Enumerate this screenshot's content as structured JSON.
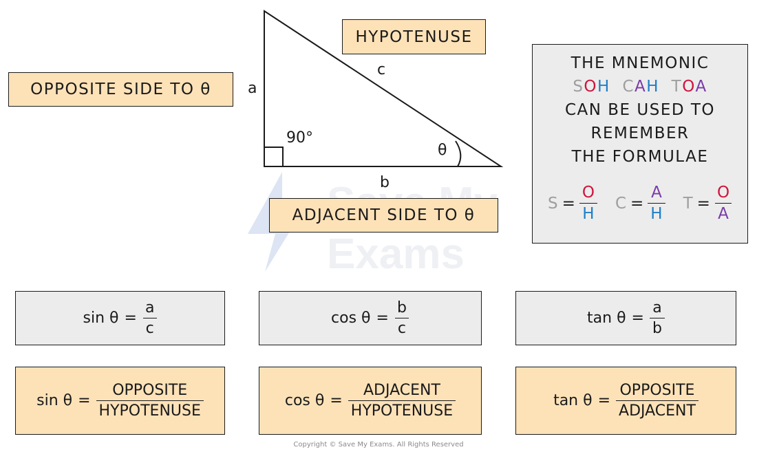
{
  "diagram": {
    "labels": {
      "opposite": "OPPOSITE  SIDE  TO  θ",
      "hypotenuse": "HYPOTENUSE",
      "adjacent": "ADJACENT  SIDE  TO  θ"
    },
    "triangle": {
      "side_a": "a",
      "side_b": "b",
      "side_c": "c",
      "right_angle": "90°",
      "angle": "θ"
    },
    "mnemonic": {
      "lines": [
        "THE  MNEMONIC",
        "CAN  BE  USED  TO",
        "REMEMBER",
        "THE  FORMULAE"
      ],
      "soh": {
        "s": "S",
        "oh": "OH"
      },
      "cah": {
        "c": "C",
        "a": "A",
        "h": "H"
      },
      "toa": {
        "t": "T",
        "o": "O",
        "a": "A"
      },
      "eq": {
        "s": "S",
        "c": "C",
        "t": "T",
        "equals": "=",
        "s_num": "O",
        "s_den": "H",
        "c_num": "A",
        "c_den": "H",
        "t_num": "O",
        "t_den": "A"
      },
      "colors": {
        "s": "#9e9e9e",
        "o": "#d0143c",
        "h": "#1f7fc8",
        "c": "#9e9e9e",
        "a": "#7a3aa8",
        "t": "#9e9e9e"
      }
    },
    "formulas_short": [
      {
        "func": "sin θ",
        "equals": "=",
        "num": "a",
        "den": "c"
      },
      {
        "func": "cos θ",
        "equals": "=",
        "num": "b",
        "den": "c"
      },
      {
        "func": "tan θ",
        "equals": "=",
        "num": "a",
        "den": "b"
      }
    ],
    "formulas_long": [
      {
        "func": "sin θ",
        "equals": "=",
        "num": "OPPOSITE",
        "den": "HYPOTENUSE"
      },
      {
        "func": "cos θ",
        "equals": "=",
        "num": "ADJACENT",
        "den": "HYPOTENUSE"
      },
      {
        "func": "tan θ",
        "equals": "=",
        "num": "OPPOSITE",
        "den": "ADJACENT"
      }
    ],
    "watermark": {
      "line1": "Save My",
      "line2": "Exams"
    },
    "copyright": "Copyright © Save My Exams. All Rights Reserved",
    "colors": {
      "peach": "#fde2b8",
      "grey": "#ececec"
    }
  }
}
